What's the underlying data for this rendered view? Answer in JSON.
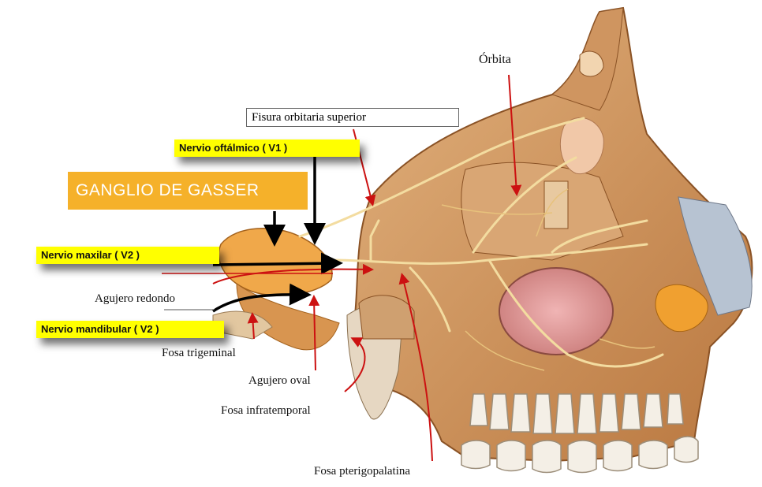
{
  "labels": {
    "orbita": "Órbita",
    "fisura": "Fisura orbitaria superior",
    "oftalmico": "Nervio oftálmico ( V1 )",
    "gasser": "GANGLIO DE GASSER",
    "maxilar": "Nervio maxilar ( V2 )",
    "redondo": "Agujero redondo",
    "mandibular": "Nervio mandibular ( V2 )",
    "trigeminal": "Fosa trigeminal",
    "oval": "Agujero oval",
    "infratemporal": "Fosa infratemporal",
    "pterigopalatina": "Fosa pterigopalatina"
  },
  "colors": {
    "highlight": "#ffff00",
    "ganglion_box": "#f5b12a",
    "pointer_red": "#cc1111",
    "arrow_black": "#000000",
    "bone": "#d9a876",
    "nerve": "#f3dca0"
  }
}
